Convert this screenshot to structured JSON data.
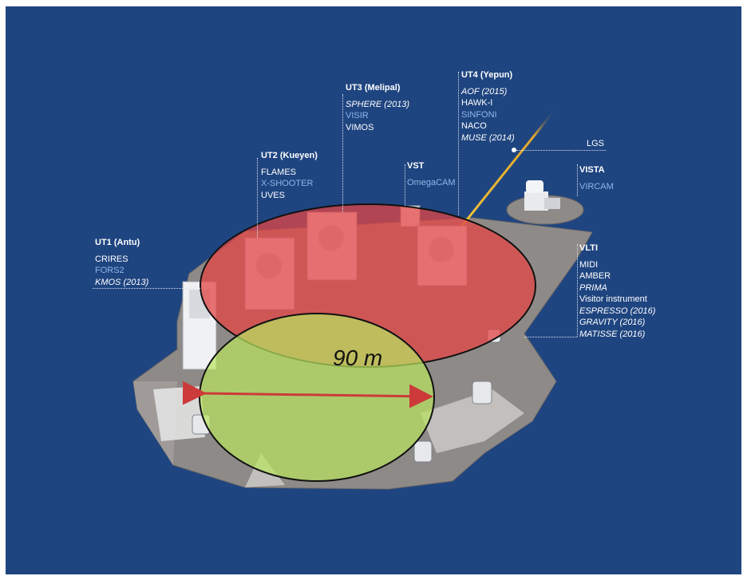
{
  "colors": {
    "background": "#1f4580",
    "red_overlay": "#e34545",
    "green_overlay": "#b9e35f",
    "arrow": "#cc3a3a",
    "instrument_blue": "#8fb6e8"
  },
  "distance_label": "90 m",
  "telescopes": {
    "ut1": {
      "title": "UT1 (Antu)",
      "instruments": [
        {
          "text": "CRIRES",
          "style": "plain"
        },
        {
          "text": "FORS2",
          "style": "blue"
        },
        {
          "text": "KMOS (2013)",
          "style": "italic"
        }
      ]
    },
    "ut2": {
      "title": "UT2 (Kueyen)",
      "instruments": [
        {
          "text": "FLAMES",
          "style": "plain"
        },
        {
          "text": "X-SHOOTER",
          "style": "blue"
        },
        {
          "text": "UVES",
          "style": "plain"
        }
      ]
    },
    "ut3": {
      "title": "UT3 (Melipal)",
      "instruments": [
        {
          "text": "SPHERE (2013)",
          "style": "italic"
        },
        {
          "text": "VISIR",
          "style": "blue"
        },
        {
          "text": "VIMOS",
          "style": "plain"
        }
      ]
    },
    "vst": {
      "title": "VST",
      "instruments": [
        {
          "text": "OmegaCAM",
          "style": "blue"
        }
      ]
    },
    "ut4": {
      "title": "UT4 (Yepun)",
      "instruments": [
        {
          "text": "AOF (2015)",
          "style": "italic"
        },
        {
          "text": "HAWK-I",
          "style": "plain"
        },
        {
          "text": "SINFONI",
          "style": "blue"
        },
        {
          "text": "NACO",
          "style": "plain"
        },
        {
          "text": "MUSE (2014)",
          "style": "italic"
        }
      ]
    },
    "lgs": {
      "title": "LGS"
    },
    "vista": {
      "title": "VISTA",
      "instruments": [
        {
          "text": "VIRCAM",
          "style": "blue"
        }
      ]
    },
    "vlti": {
      "title": "VLTI",
      "instruments": [
        {
          "text": "MIDI",
          "style": "plain"
        },
        {
          "text": "AMBER",
          "style": "plain"
        },
        {
          "text": "PRIMA",
          "style": "italic"
        },
        {
          "text": "Visitor instrument",
          "style": "plain"
        },
        {
          "text": "ESPRESSO (2016)",
          "style": "italic"
        },
        {
          "text": "GRAVITY (2016)",
          "style": "italic"
        },
        {
          "text": "MATISSE (2016)",
          "style": "italic"
        }
      ]
    }
  }
}
